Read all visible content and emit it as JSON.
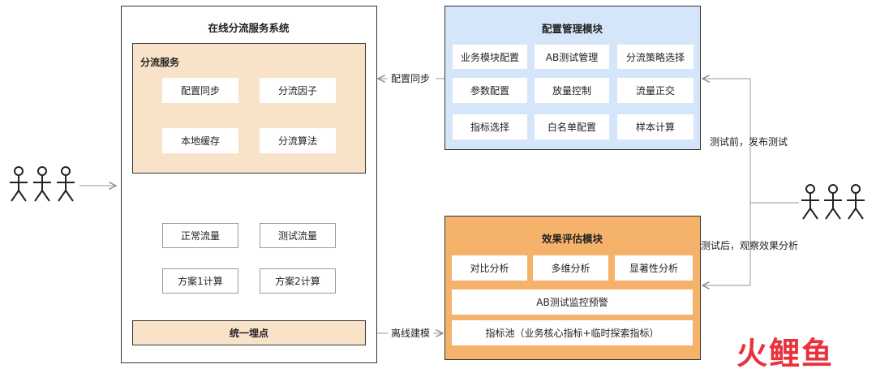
{
  "system": {
    "title": "在线分流服务系统",
    "service_title": "分流服务",
    "service_items": [
      "配置同步",
      "分流因子",
      "本地缓存",
      "分流算法"
    ],
    "flows": [
      "正常流量",
      "测试流量"
    ],
    "plans": [
      "方案1计算",
      "方案2计算"
    ],
    "tracking": "统一埋点"
  },
  "config": {
    "title": "配置管理模块",
    "items": [
      "业务模块配置",
      "AB测试管理",
      "分流策略选择",
      "参数配置",
      "放量控制",
      "流量正交",
      "指标选择",
      "白名单配置",
      "样本计算"
    ]
  },
  "eval": {
    "title": "效果评估模块",
    "items": [
      "对比分析",
      "多维分析",
      "显著性分析"
    ],
    "monitor": "AB测试监控预警",
    "pool": "指标池（业务核心指标+临时探索指标）"
  },
  "edges": {
    "sync": "配置同步",
    "offline": "离线建模",
    "before_test": "测试前，发布测试",
    "after_test": "测试后，观察效果分析"
  },
  "watermark": "火鲤鱼",
  "colors": {
    "service_bg": "#f9e3c8",
    "config_bg": "#d6e6fa",
    "eval_bg": "#f5b26a",
    "line": "#aaaaaa",
    "watermark": "#e8323c"
  }
}
